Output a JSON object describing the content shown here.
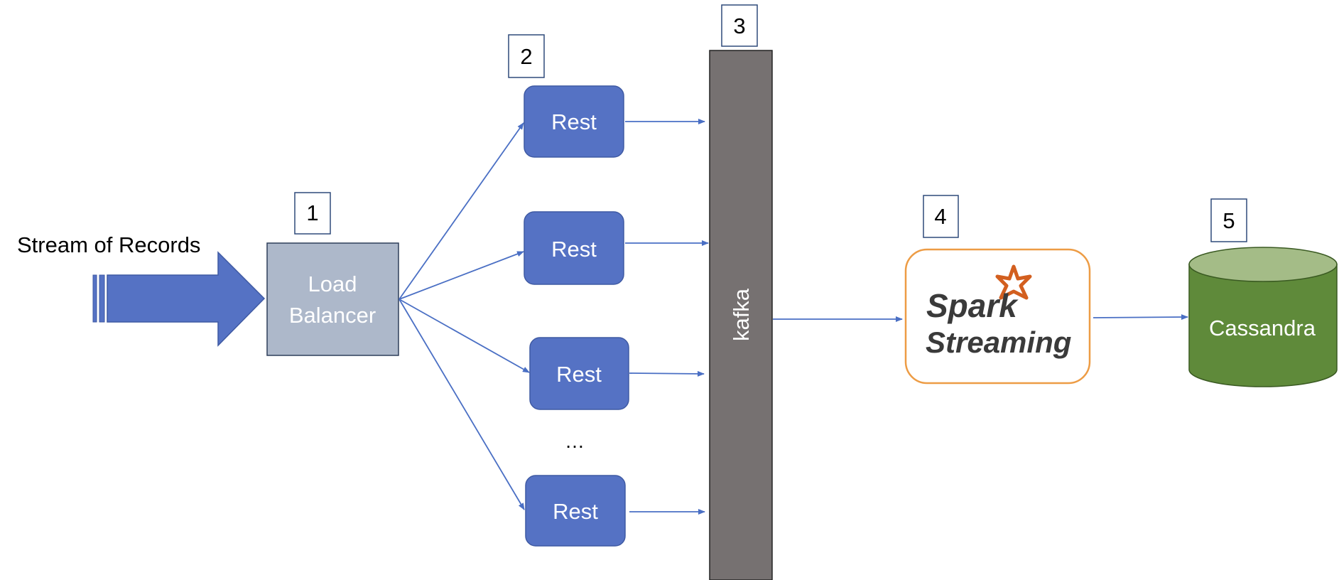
{
  "stream_label": "Stream of Records",
  "load_balancer": {
    "line1": "Load",
    "line2": "Balancer"
  },
  "rest": [
    "Rest",
    "Rest",
    "Rest",
    "Rest"
  ],
  "ellipsis": "…",
  "kafka": "kafka",
  "spark": {
    "line1": "Spark",
    "line2": "Streaming"
  },
  "cassandra": "Cassandra",
  "steps": [
    "1",
    "2",
    "3",
    "4",
    "5"
  ],
  "colors": {
    "blue": "#5572C4",
    "blue_stroke": "#3F5AA3",
    "load_balancer": "#ADB8CA",
    "kafka": "#767171",
    "spark_border": "#ED9C45",
    "spark_star": "#D35F1F",
    "cassandra_body": "#5F8A3A",
    "cassandra_top": "#A4BC87",
    "arrow": "#4A6FC4"
  }
}
